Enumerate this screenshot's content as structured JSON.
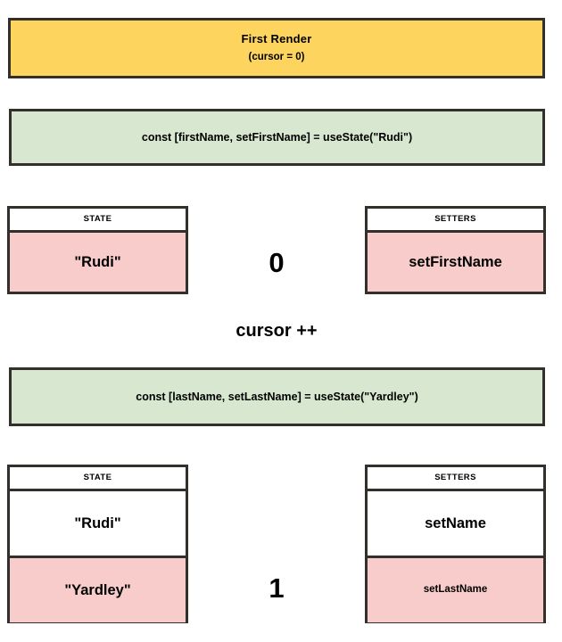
{
  "banner": {
    "title": "First Render",
    "subtitle": "(cursor = 0)"
  },
  "hooks": [
    {
      "code": "const [firstName, setFirstName] = useState(\"Rudi\")",
      "cursor_value": "0",
      "state_table": {
        "header": "STATE",
        "rows": [
          {
            "value": "\"Rudi\"",
            "highlighted": true,
            "size": "large"
          }
        ]
      },
      "setters_table": {
        "header": "SETTERS",
        "rows": [
          {
            "value": "setFirstName",
            "highlighted": true,
            "size": "large"
          }
        ]
      }
    },
    {
      "code": "const [lastName, setLastName] = useState(\"Yardley\")",
      "cursor_value": "1",
      "state_table": {
        "header": "STATE",
        "rows": [
          {
            "value": "\"Rudi\"",
            "highlighted": false,
            "size": "large"
          },
          {
            "value": "\"Yardley\"",
            "highlighted": true,
            "size": "large"
          }
        ]
      },
      "setters_table": {
        "header": "SETTERS",
        "rows": [
          {
            "value": "setName",
            "highlighted": false,
            "size": "large"
          },
          {
            "value": "setLastName",
            "highlighted": true,
            "size": "small"
          }
        ]
      }
    }
  ],
  "cursor_increment_label": "cursor ++",
  "colors": {
    "banner_background": "#fdd45e",
    "code_background": "#d8e8d0",
    "highlight_background": "#f8ccca",
    "border": "#332f2b",
    "text": "#000000"
  }
}
